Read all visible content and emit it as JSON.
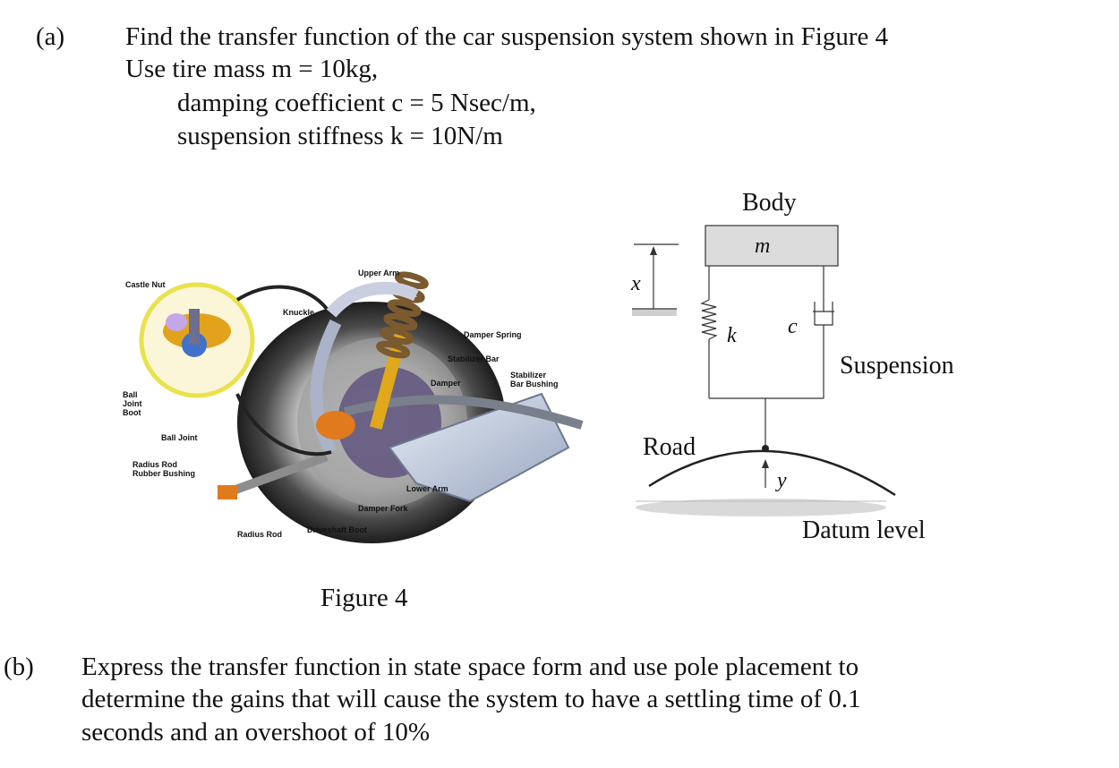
{
  "part_a": {
    "label": "(a)",
    "line1": "Find the transfer function of the car suspension system shown in Figure 4",
    "line2": "Use tire mass m  = 10kg,",
    "line3": "damping coefficient c = 5 Nsec/m,",
    "line4": "suspension stiffness k = 10N/m"
  },
  "photo": {
    "labels": {
      "upper_arm": "Upper Arm",
      "castle_nut": "Castle Nut",
      "knuckle": "Knuckle",
      "damper_spring": "Damper Spring",
      "stabilizer_bar": "Stabilizer Bar",
      "stabilizer_bar_bushing_1": "Stabilizer",
      "stabilizer_bar_bushing_2": "Bar Bushing",
      "damper": "Damper",
      "ball_joint_boot_1": "Ball",
      "ball_joint_boot_2": "Joint",
      "ball_joint_boot_3": "Boot",
      "ball_joint": "Ball Joint",
      "radius_rod_bushing_1": "Radius Rod",
      "radius_rod_bushing_2": "Rubber Bushing",
      "lower_arm": "Lower Arm",
      "damper_fork": "Damper Fork",
      "radius_rod": "Radius Rod",
      "driveshaft_boot": "Driveshaft Boot"
    }
  },
  "diagram": {
    "body": "Body",
    "mass": "m",
    "x": "x",
    "k": "k",
    "c": "c",
    "suspension": "Suspension",
    "road": "Road",
    "y": "y",
    "datum": "Datum level"
  },
  "figure_caption": "Figure 4",
  "part_b": {
    "label": "(b)",
    "line1": "Express the transfer function in state space form and use pole placement to",
    "line2": "determine the gains that will cause the system to have a settling time of 0.1",
    "line3": "seconds and an overshoot of 10%"
  }
}
